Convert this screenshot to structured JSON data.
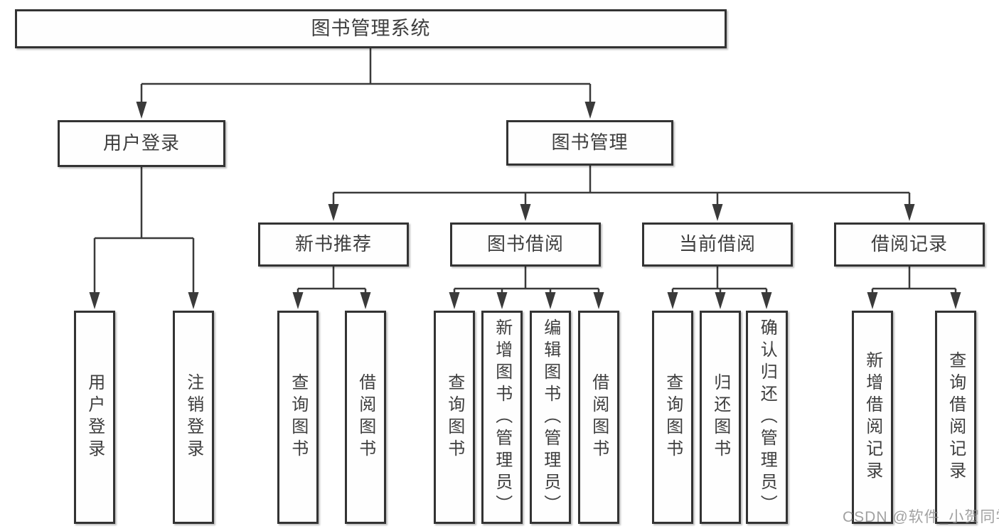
{
  "tree": {
    "root": {
      "label": "图书管理系统"
    },
    "branches": [
      {
        "label": "用户登录",
        "children": [
          {
            "label": "用户登录"
          },
          {
            "label": "注销登录"
          }
        ]
      },
      {
        "label": "图书管理",
        "children": [
          {
            "label": "新书推荐",
            "children": [
              {
                "label": "查询图书"
              },
              {
                "label": "借阅图书"
              }
            ]
          },
          {
            "label": "图书借阅",
            "children": [
              {
                "label": "查询图书"
              },
              {
                "label": "新增图书（管理员）"
              },
              {
                "label": "编辑图书（管理员）"
              },
              {
                "label": "借阅图书"
              }
            ]
          },
          {
            "label": "当前借阅",
            "children": [
              {
                "label": "查询图书"
              },
              {
                "label": "归还图书"
              },
              {
                "label": "确认归还（管理员）"
              }
            ]
          },
          {
            "label": "借阅记录",
            "children": [
              {
                "label": "新增借阅记录"
              },
              {
                "label": "查询借阅记录"
              }
            ]
          }
        ]
      }
    ]
  },
  "watermark": {
    "text": "CSDN @软件_小贺同学"
  },
  "colors": {
    "line": "#3a3a3a",
    "box_border": "#333333",
    "text": "#3e3e3e",
    "watermark": "#8c8c8c",
    "background": "#ffffff"
  }
}
